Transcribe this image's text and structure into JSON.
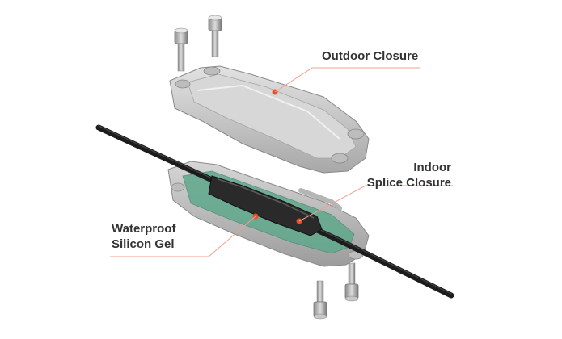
{
  "labels": {
    "outdoor_closure": "Outdoor Closure",
    "indoor_line1": "Indoor",
    "indoor_line2": "Splice Closure",
    "waterproof_line1": "Waterproof",
    "waterproof_line2": "Silicon Gel"
  },
  "colors": {
    "accent": "#e8502a",
    "leader_line": "#f0a090",
    "housing": "#c9c9c9",
    "housing_dark": "#8e8e8e",
    "gel": "#5fa88c",
    "cable": "#1c1c1c",
    "label_text": "#333333"
  }
}
